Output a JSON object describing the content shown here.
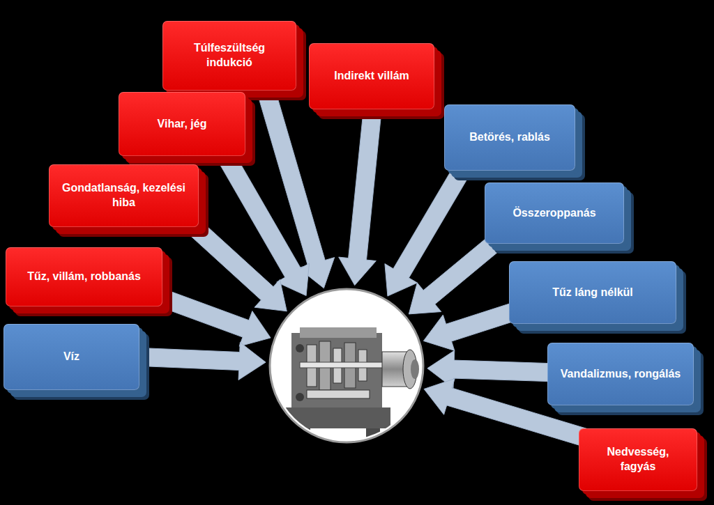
{
  "diagram": {
    "nodes": [
      {
        "text": [
          "Túlfeszültség indukció"
        ]
      },
      {
        "text": [
          "Indirekt villám"
        ]
      },
      {
        "text": [
          "Vihar, jég"
        ]
      },
      {
        "text": [
          "Betörés, rablás"
        ]
      },
      {
        "text": [
          "Gondatlanság, kezelési hiba"
        ]
      },
      {
        "text": [
          "Összeroppanás"
        ]
      },
      {
        "text": [
          "Tűz, villám, robbanás"
        ]
      },
      {
        "text": [
          "Tűz láng nélkül"
        ]
      },
      {
        "text": [
          "Víz"
        ]
      },
      {
        "text": [
          "Vandalizmus, rongálás"
        ]
      },
      {
        "text": [
          "Nedvesség, fagyás"
        ]
      }
    ]
  }
}
